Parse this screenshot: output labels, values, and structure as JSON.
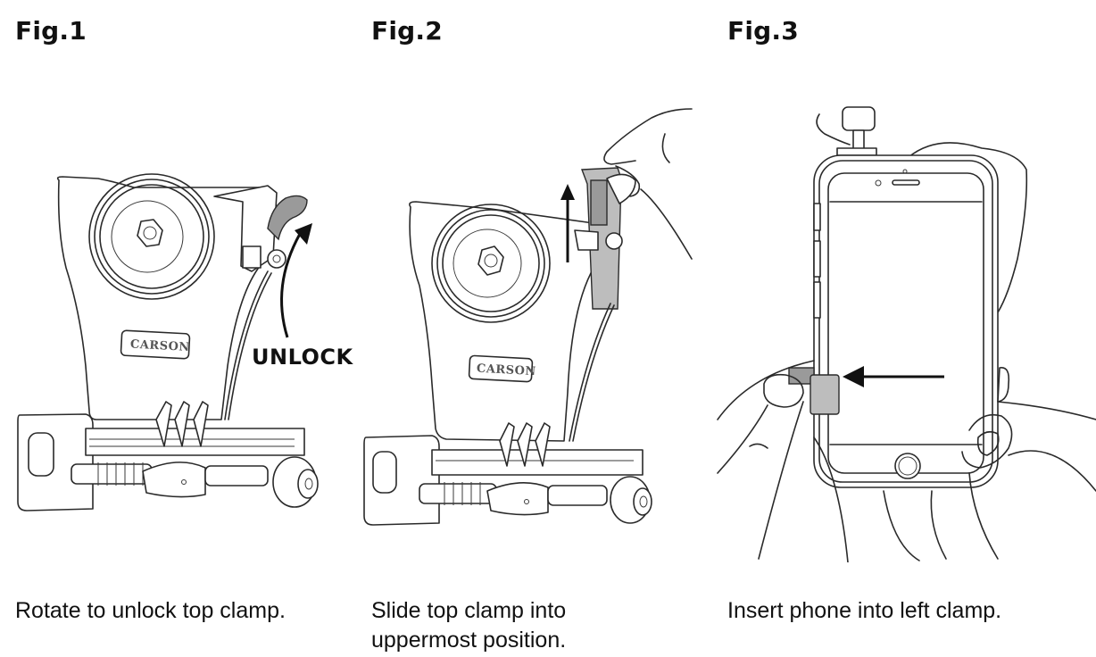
{
  "figures": [
    {
      "id": "fig1",
      "title": "Fig.1",
      "caption": "Rotate to unlock top clamp.",
      "callout": "UNLOCK",
      "brand_label": "CARSON",
      "illustration": "phone-adapter-lever-rotate"
    },
    {
      "id": "fig2",
      "title": "Fig.2",
      "caption_lines": [
        "Slide top clamp into",
        "uppermost position."
      ],
      "brand_label": "CARSON",
      "illustration": "phone-adapter-slide-clamp-up"
    },
    {
      "id": "fig3",
      "title": "Fig.3",
      "caption": "Insert phone into left clamp.",
      "illustration": "phone-insert-left-clamp"
    }
  ],
  "colors": {
    "text": "#111111",
    "line_art": "#2a2a2a",
    "highlight_part": "#9a9a9a",
    "background": "#ffffff"
  }
}
